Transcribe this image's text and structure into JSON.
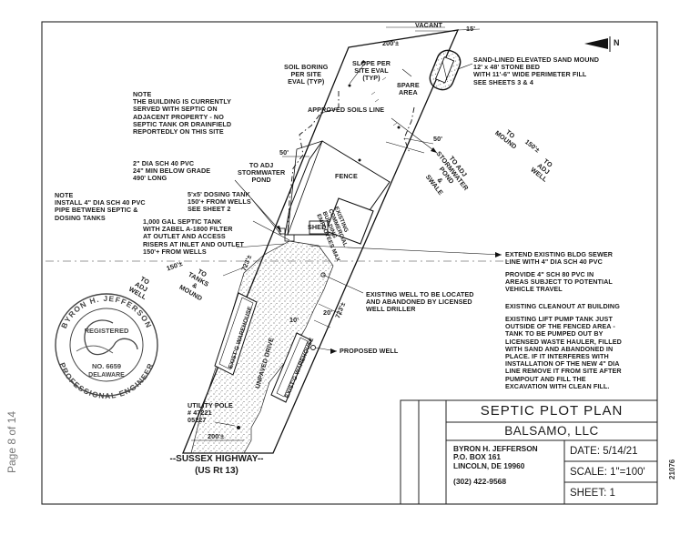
{
  "page": {
    "page_label": "Page 8 of 14",
    "document_number": "21076"
  },
  "title_block": {
    "title": "SEPTIC PLOT PLAN",
    "client": "BALSAMO, LLC",
    "engineer_lines": [
      "BYRON H. JEFFERSON",
      "P.O. BOX 161",
      "LINCOLN, DE 19960"
    ],
    "phone": "(302) 422-9568",
    "date": "DATE: 5/14/21",
    "scale": "SCALE: 1\"=100'",
    "sheet": "SHEET:   1"
  },
  "seal": {
    "top_arc": "BYRON H. JEFFERSON",
    "bottom_arc": "PROFESSIONAL ENGINEER",
    "registered": "REGISTERED",
    "number": "NO. 6659",
    "state": "DELAWARE"
  },
  "road": {
    "name": "--SUSSEX HIGHWAY--",
    "route": "(US Rt 13)"
  },
  "notes": {
    "note1_heading": "NOTE",
    "note1_lines": [
      "THE BUILDING IS CURRENTLY",
      "SERVED WITH SEPTIC ON",
      "ADJACENT PROPERTY - NO",
      "SEPTIC TANK OR DRAINFIELD",
      "REPORTEDLY ON THIS SITE"
    ],
    "note2_heading": "NOTE",
    "note2_lines": [
      "INSTALL 4\" DIA SCH 40 PVC",
      "PIPE BETWEEN SEPTIC &",
      "DOSING TANKS"
    ]
  },
  "labels": {
    "vacant": "VACANT",
    "dim_200_top": "200'±",
    "dim_15": "15'",
    "dim_50_left": "50'",
    "dim_50_right": "50'",
    "dim_723_left": "723'±",
    "dim_723_right": "723'±",
    "dim_200_bottom": "200'±",
    "dim_20": "20'",
    "dim_10": "10'",
    "north_arrow": "N",
    "soil_boring": [
      "SOIL BORING",
      "PER SITE",
      "EVAL (TYP)"
    ],
    "slope": [
      "SLOPE PER",
      "SITE EVAL",
      "(TYP)"
    ],
    "spare_area": [
      "SPARE",
      "AREA"
    ],
    "sand_mound": [
      "SAND-LINED ELEVATED SAND MOUND",
      "12' x 48' STONE BED",
      "WITH 11'-6\" WIDE PERIMETER FILL",
      "SEE SHEETS 3 & 4"
    ],
    "approved_soils": "APPROVED SOILS LINE",
    "to_mound_150": [
      "TO",
      "MOUND",
      "150'±",
      "TO",
      "ADJ",
      "WELL"
    ],
    "to_adj_pond_right": [
      "TO ADJ",
      "STORMWATER",
      "POND",
      "&",
      "SWALE"
    ],
    "to_adj_pond_left": [
      "TO ADJ",
      "STORMWATER",
      "POND"
    ],
    "fence": "FENCE",
    "shed": "SHED",
    "existing_building": [
      "EXISTING",
      "COMMERCIAL",
      "BUILDING",
      "EMPLOYEES MAX"
    ],
    "pvc_2in": [
      "2\" DIA SCH 40 PVC",
      "24\" MIN BELOW GRADE",
      "490' LONG"
    ],
    "dosing_tank": [
      "5'x5' DOSING TANK",
      "150'+ FROM WELLS",
      "SEE SHEET 2"
    ],
    "septic_tank": [
      "1,000 GAL SEPTIC TANK",
      "WITH ZABEL A-1800 FILTER",
      "AT OUTLET AND ACCESS",
      "RISERS AT INLET AND OUTLET",
      "150'+ FROM WELLS"
    ],
    "to_adj_well_left": [
      "TO",
      "ADJ",
      "WELL"
    ],
    "to_tanks": [
      "150'±",
      "TO",
      "TANKS",
      "&",
      "MOUND"
    ],
    "extend_sewer": [
      "EXTEND EXISTING BLDG SEWER",
      "LINE WITH 4\" DIA SCH 40 PVC"
    ],
    "provide_pvc": [
      "PROVIDE 4\" SCH 80 PVC IN",
      "AREAS SUBJECT TO POTENTIAL",
      "VEHICLE TRAVEL"
    ],
    "existing_cleanout": "EXISTING CLEANOUT AT BUILDING",
    "lift_pump": [
      "EXISTING LIFT PUMP TANK JUST",
      "OUTSIDE OF THE FENCED AREA -",
      "TANK TO BE PUMPED OUT BY",
      "LICENSED WASTE HAULER, FILLED",
      "WITH SAND AND ABANDONED IN",
      "PLACE. IF IT INTERFERES WITH",
      "INSTALLATION OF THE NEW 4\" DIA",
      "LINE REMOVE IT FROM SITE AFTER",
      "PUMPOUT AND FILL THE",
      "EXCAVATION WITH CLEAN FILL."
    ],
    "existing_well": [
      "EXISTING WELL TO BE LOCATED",
      "AND ABANDONED BY LICENSED",
      "WELL DRILLER"
    ],
    "proposed_well": "PROPOSED WELL",
    "utility_pole": [
      "UTILITY POLE",
      "# 47221",
      "05227"
    ],
    "warehouse_left": "EXIST'G WAREHOUSE",
    "warehouse_right": "EXIST'G WAREHOUSE",
    "unpaved_drive": "UNPAVED DRIVE"
  }
}
